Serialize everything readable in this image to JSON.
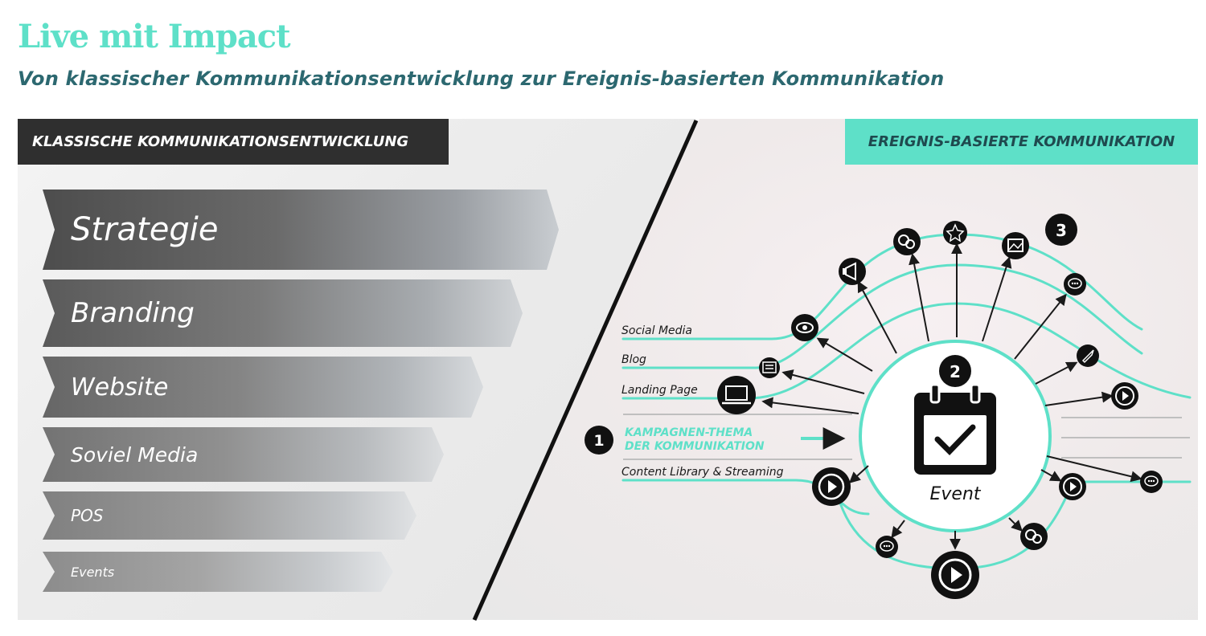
{
  "title": "Live mit Impact",
  "subtitle": "Von klassischer Kommunikationsentwicklung zur Ereignis-basierten Kommunikation",
  "left": {
    "header": "KLASSISCHE KOMMUNIKATIONSENTWICKLUNG",
    "steps": [
      "Strategie",
      "Branding",
      "Website",
      "Soviel Media",
      "POS",
      "Events"
    ]
  },
  "right": {
    "header": "EREIGNIS-BASIERTE KOMMUNIKATION",
    "channels": [
      "Social Media",
      "Blog",
      "Landing Page",
      "Content Library & Streaming"
    ],
    "theme_line1": "KAMPAGNEN-THEMA",
    "theme_line2": "DER KOMMUNIKATION",
    "event_label": "Event",
    "badges": [
      "1",
      "2",
      "3"
    ]
  },
  "colors": {
    "accent": "#5ee0c8",
    "dark": "#2f2f2f",
    "subtitle": "#2c6870"
  }
}
